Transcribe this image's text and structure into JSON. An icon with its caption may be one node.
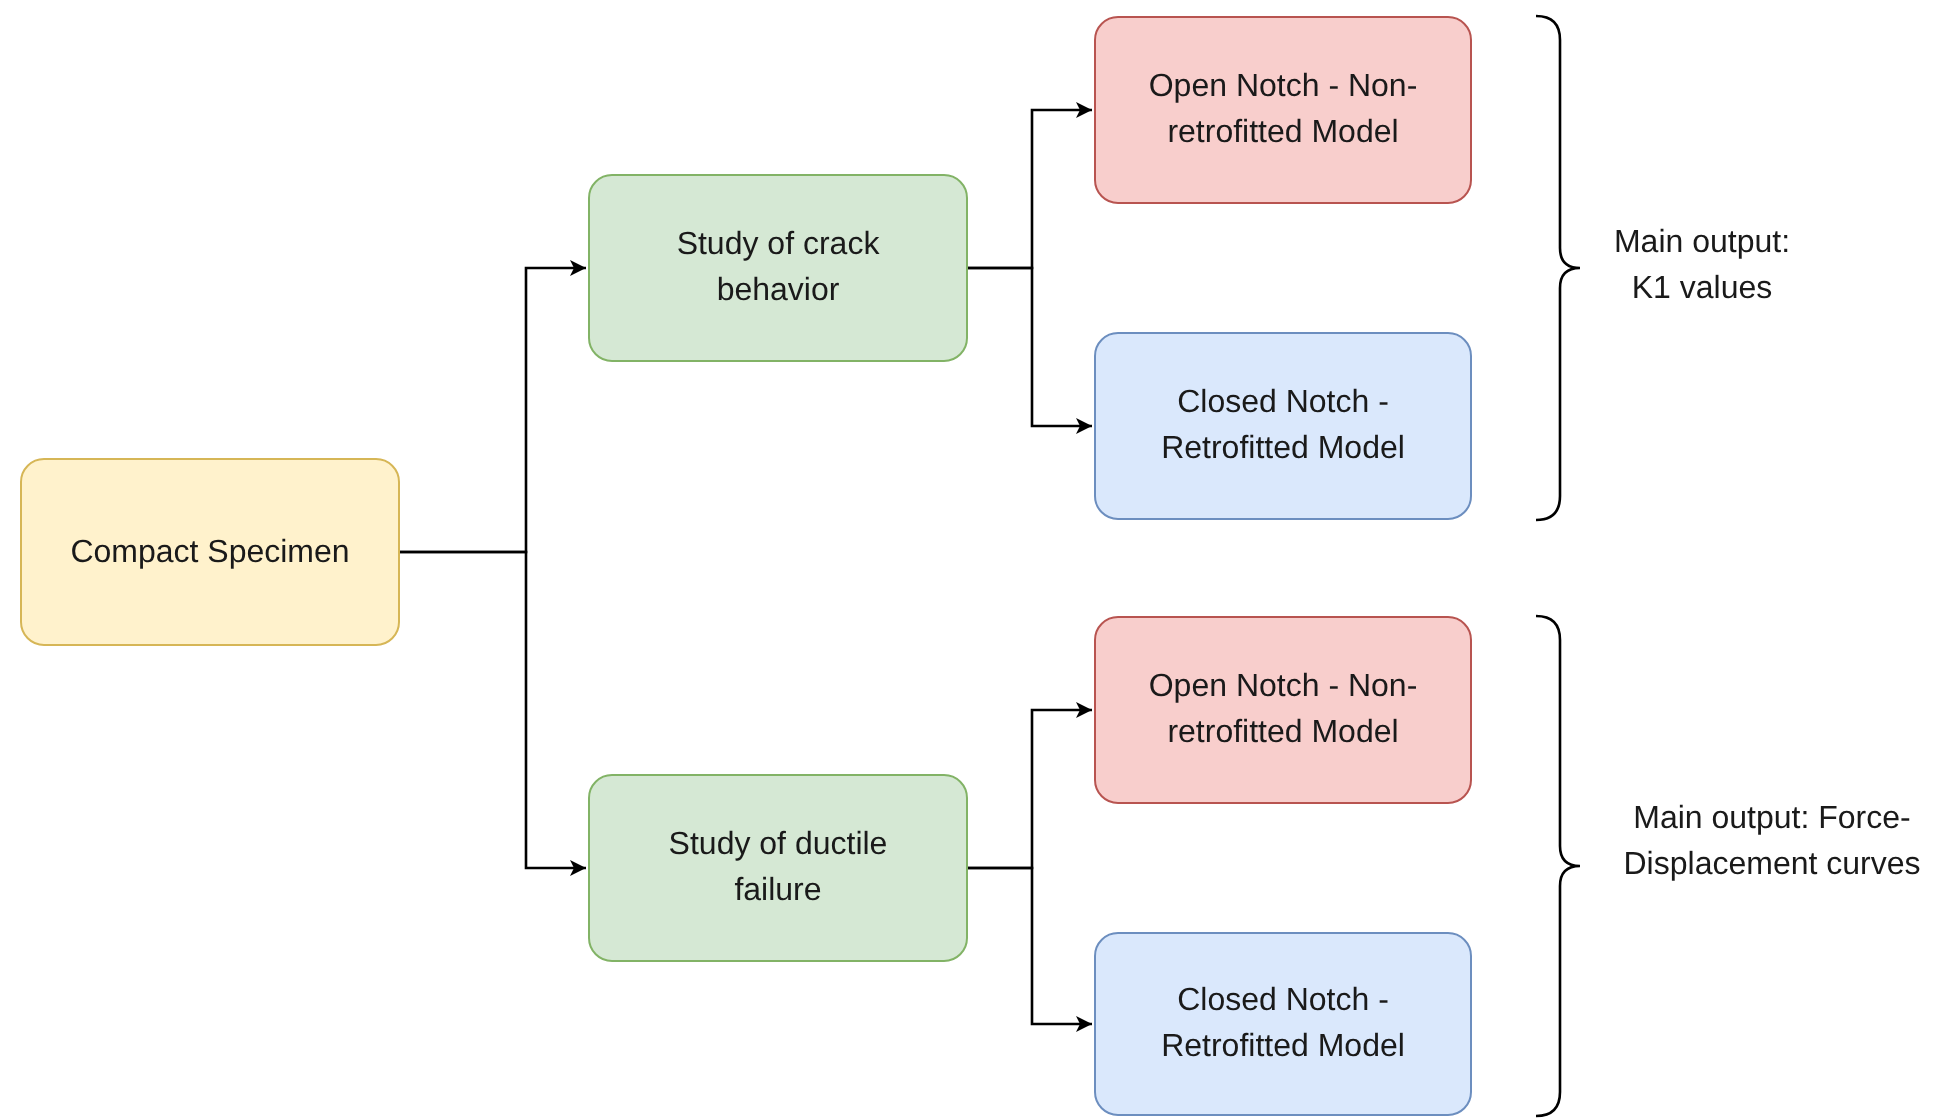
{
  "diagram": {
    "nodes": [
      {
        "text": [
          "Compact Specimen"
        ]
      },
      {
        "text": [
          "Study of crack behavior"
        ]
      },
      {
        "text": [
          "Open Notch - Non-retrofitted Model"
        ]
      },
      {
        "text": [
          "Closed Notch - Retrofitted Model"
        ]
      },
      {
        "text": [
          "Study of ductile failure"
        ]
      },
      {
        "text": [
          "Open Notch - Non-retrofitted Model"
        ]
      },
      {
        "text": [
          "Closed Notch - Retrofitted Model"
        ]
      }
    ],
    "edges": [
      {
        "from": 0,
        "to": 1,
        "arrow": "to"
      },
      {
        "from": 0,
        "to": 4,
        "arrow": "to"
      },
      {
        "from": 1,
        "to": 2,
        "arrow": "to"
      },
      {
        "from": 1,
        "to": 3,
        "arrow": "to"
      },
      {
        "from": 4,
        "to": 5,
        "arrow": "to"
      },
      {
        "from": 4,
        "to": 6,
        "arrow": "to"
      }
    ],
    "labels": [
      "Main output: K1 values",
      "Main output: Force-Displacement curves"
    ]
  }
}
